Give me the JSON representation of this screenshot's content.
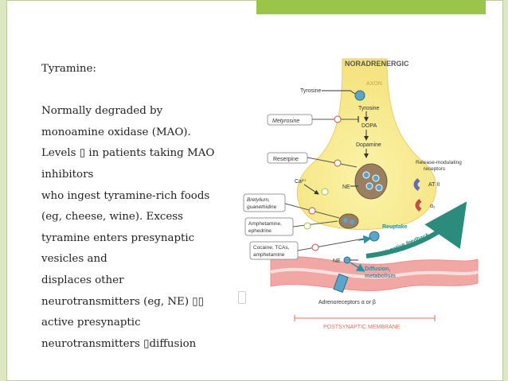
{
  "slide": {
    "colors": {
      "accent_bar": "#9ac54a",
      "background": "#dbe8c2"
    },
    "text_lines": [
      "Tyramine:",
      "",
      "Normally degraded by",
      "monoamine oxidase (MAO).",
      "Levels ▯ in patients taking MAO",
      "inhibitors",
      "who ingest tyramine-rich foods",
      "(eg, cheese, wine). Excess",
      "tyramine enters presynaptic",
      "vesicles and",
      "displaces other",
      "neurotransmitters (eg, NE) ▯▯",
      "active presynaptic",
      "neurotransmitters ▯diffusion"
    ]
  },
  "diagram": {
    "title": "NORADRENERGIC",
    "axon": "AXON",
    "labels": {
      "tyrosine_outer": "Tyrosine",
      "metyrosine": "Metyrosine",
      "tyrosine_inner": "Tyrosine",
      "dopa": "DOPA",
      "dopamine": "Dopamine",
      "reserpine": "Reserpine",
      "ca": "Ca²⁺",
      "ne_vesicle": "NE",
      "bretylium_1": "Bretylium,",
      "bretylium_2": "guanethidine",
      "amphetamine_1": "Amphetamine,",
      "amphetamine_2": "ephedrine",
      "cocaine_1": "Cocaine, TCAs,",
      "cocaine_2": "amphetamine",
      "ne_outside": "NE",
      "release_1": "Release-modulating",
      "release_2": "receptors",
      "at2": "AT II",
      "alpha2": "α₂",
      "reuptake": "Reuptake",
      "negative_feedback": "Negative feedback",
      "diffusion_1": "Diffusion,",
      "diffusion_2": "metabolism",
      "adrenoreceptors": "Adrenoreceptors α or β",
      "postsynaptic": "POSTSYNAPTIC MEMBRANE"
    }
  }
}
